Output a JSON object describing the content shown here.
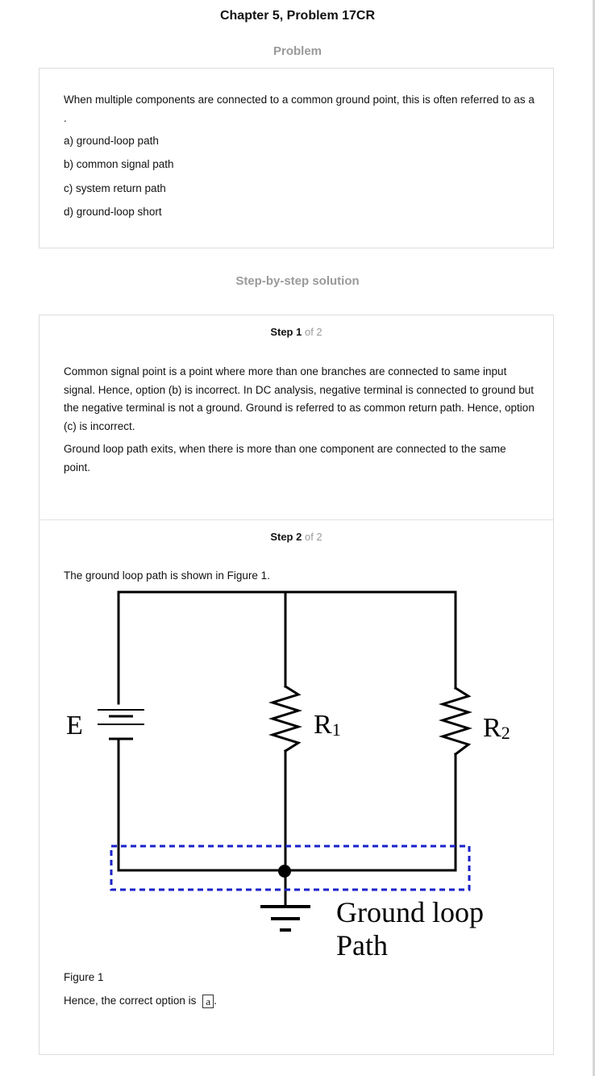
{
  "header": {
    "title": "Chapter 5, Problem 17CR"
  },
  "problem": {
    "heading": "Problem",
    "question": "When multiple components are connected to a common ground point, this is often referred to as a .",
    "options": [
      "a) ground-loop path",
      "b) common signal path",
      "c)  system return path",
      "d)  ground-loop short"
    ]
  },
  "solution": {
    "heading": "Step-by-step solution",
    "steps": [
      {
        "label": "Step 1",
        "of": "of 2",
        "paragraphs": [
          "Common signal point is a point where more than one branches are connected to same input signal. Hence, option (b) is incorrect. In DC analysis, negative terminal is connected to ground but the negative terminal is not a ground. Ground is referred to as common return path. Hence, option (c) is incorrect.",
          "Ground loop path exits, when there is more than one component are connected to the same point."
        ]
      },
      {
        "label": "Step 2",
        "of": "of 2",
        "intro": "The ground loop path is shown in Figure 1.",
        "figure_caption": "Figure 1",
        "conclusion": "Hence, the correct option is",
        "answer": "a"
      }
    ]
  },
  "circuit": {
    "source_label": "E",
    "r1_main": "R",
    "r1_sub": "1",
    "r2_main": "R",
    "r2_sub": "2",
    "ground_label_line1": "Ground loop",
    "ground_label_line2": "Path",
    "loop_box_color": "#1a22c8"
  }
}
